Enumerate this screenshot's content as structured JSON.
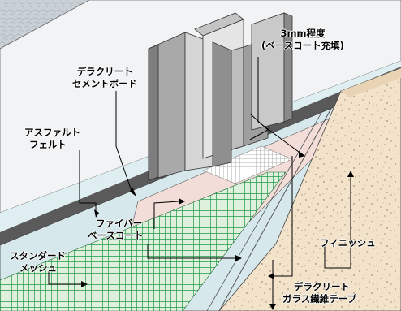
{
  "labels": {
    "cement_board": [
      "デラクリート",
      "セメントボード"
    ],
    "thickness": [
      "3mm程度",
      "(ベースコート充填)"
    ],
    "asphalt_felt": [
      "アスファルト",
      "フェルト"
    ],
    "fiber_base_coat": [
      "ファイバー",
      "ベースコート"
    ],
    "standard_mesh": [
      "スタンダード",
      "メッシュ"
    ],
    "finish": [
      "フィニッシュ"
    ],
    "glass_fiber_tape": [
      "デラクリート",
      "ガラス繊維テープ"
    ]
  },
  "colors": {
    "board_dark": "#5a5a5a",
    "base_coat": "#dfeef0",
    "finish_sand": "#f2dfc6",
    "mesh_green": "#1e9a4a",
    "stud_steel": "#b8b8b8",
    "wall_left": "#cfd6dd"
  }
}
